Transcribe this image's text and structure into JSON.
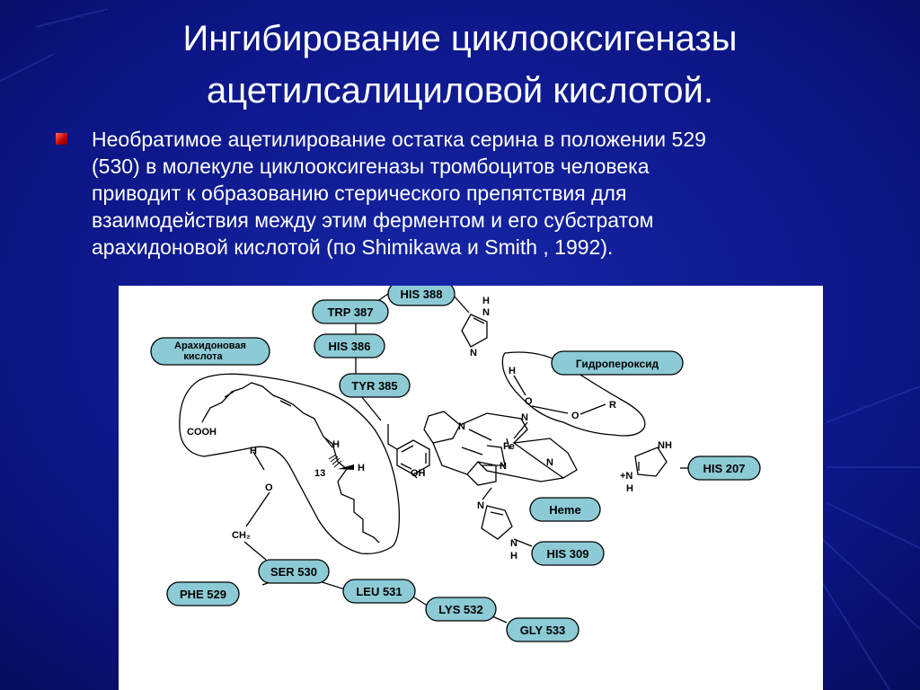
{
  "slide": {
    "title_line1": "Ингибирование циклооксигеназы",
    "title_line2": "ацетилсалициловой кислотой.",
    "bullet_lines": [
      "Необратимое ацетилирование остатка серина в положении 529",
      "(530) в молекуле циклооксигеназы тромбоцитов человека",
      "приводит к образованию стерического препятствия для",
      "взаимодействия между этим ферментом и его субстратом",
      "арахидоновой кислотой (по Shimikawa и Smith , 1992)."
    ],
    "colors": {
      "background": "#0a0f7a",
      "title_text": "#ffffff",
      "bullet_marker": "#c00000",
      "pill_fill": "#8ccbd6",
      "figure_background": "#ffffff"
    }
  },
  "diagram": {
    "residues": {
      "his388": "HIS 388",
      "trp387": "TRP 387",
      "his386": "HIS 386",
      "tyr385": "TYR 385",
      "his207": "HIS 207",
      "his309": "HIS 309",
      "ser530": "SER 530",
      "phe529": "PHE 529",
      "leu531": "LEU 531",
      "lys532": "LYS 532",
      "gly533": "GLY 533",
      "heme": "Heme",
      "arachidonic_line1": "Арахидоновая",
      "arachidonic_line2": "кислота",
      "hydroperoxide": "Гидропероксид"
    },
    "atoms": {
      "his388_h": "H",
      "his388_n1": "N",
      "his388_n2": "N",
      "cooh": "COOH",
      "h13_top": "H",
      "h13_right": "H",
      "c13": "13",
      "oh": "OH",
      "peroxide_h": "H",
      "peroxide_o1": "O",
      "peroxide_o2": "O",
      "peroxide_r": "R",
      "fe": "Fe",
      "heme_n1": "N",
      "heme_n2": "N",
      "heme_n3": "N",
      "heme_n4": "N",
      "his207_nh": "NH",
      "his207_nplus": "+N",
      "his207_h": "H",
      "his309_n": "N",
      "his309_nh": "N",
      "his309_h": "H",
      "ser_h": "H",
      "ser_o": "O",
      "ser_ch2": "CH₂"
    }
  }
}
